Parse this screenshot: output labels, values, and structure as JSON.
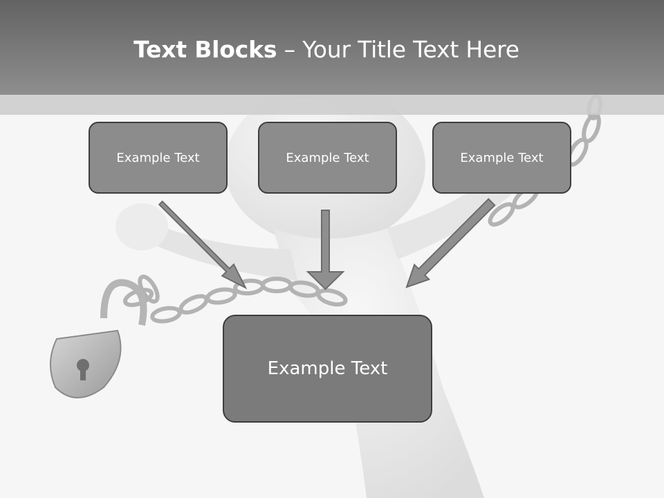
{
  "title": {
    "bold": "Text Blocks",
    "separator": " – ",
    "rest": "Your Title Text Here"
  },
  "blocks": [
    {
      "label": "Example Text"
    },
    {
      "label": "Example Text"
    },
    {
      "label": "Example Text"
    }
  ],
  "target_block": {
    "label": "Example Text"
  },
  "colors": {
    "header_dark": "#636363",
    "header_light": "#8e8e8e",
    "box_fill": "#8c8c8c",
    "target_fill": "#7b7b7b",
    "border": "#3d3d3d",
    "arrow_fill": "#8f8f8f"
  }
}
